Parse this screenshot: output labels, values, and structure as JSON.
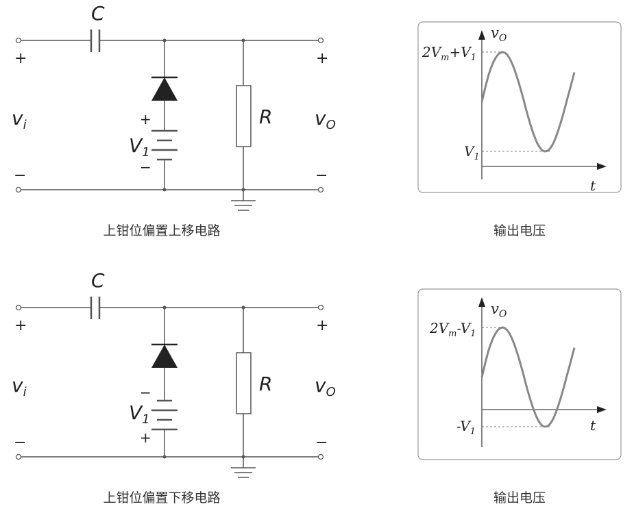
{
  "diagrams": [
    {
      "capacitor_label": "C",
      "resistor_label": "R",
      "input_label": "v",
      "input_sub": "i",
      "output_label": "v",
      "output_sub": "O",
      "source_label": "V",
      "source_sub": "1",
      "plus": "+",
      "minus": "−",
      "battery_top_sign": "+",
      "battery_bottom_sign": "−",
      "caption": "上钳位偏置上移电路",
      "graph": {
        "y_label": "v",
        "y_sub": "O",
        "x_label": "t",
        "peak_label": "2V",
        "peak_sub": "m",
        "peak_tail": "+V",
        "peak_tail_sub": "1",
        "trough_label": "V",
        "trough_sub": "1",
        "caption": "输出电压"
      }
    },
    {
      "capacitor_label": "C",
      "resistor_label": "R",
      "input_label": "v",
      "input_sub": "i",
      "output_label": "v",
      "output_sub": "O",
      "source_label": "V",
      "source_sub": "1",
      "plus": "+",
      "minus": "−",
      "battery_top_sign": "−",
      "battery_bottom_sign": "+",
      "caption": "上钳位偏置下移电路",
      "graph": {
        "y_label": "v",
        "y_sub": "O",
        "x_label": "t",
        "peak_label": "2V",
        "peak_sub": "m",
        "peak_tail": "-V",
        "peak_tail_sub": "1",
        "trough_label": "-V",
        "trough_sub": "1",
        "caption": "输出电压"
      }
    }
  ],
  "colors": {
    "wire": "#555555",
    "diode": "#222222",
    "wave": "#888888",
    "panel_border": "#999999"
  }
}
